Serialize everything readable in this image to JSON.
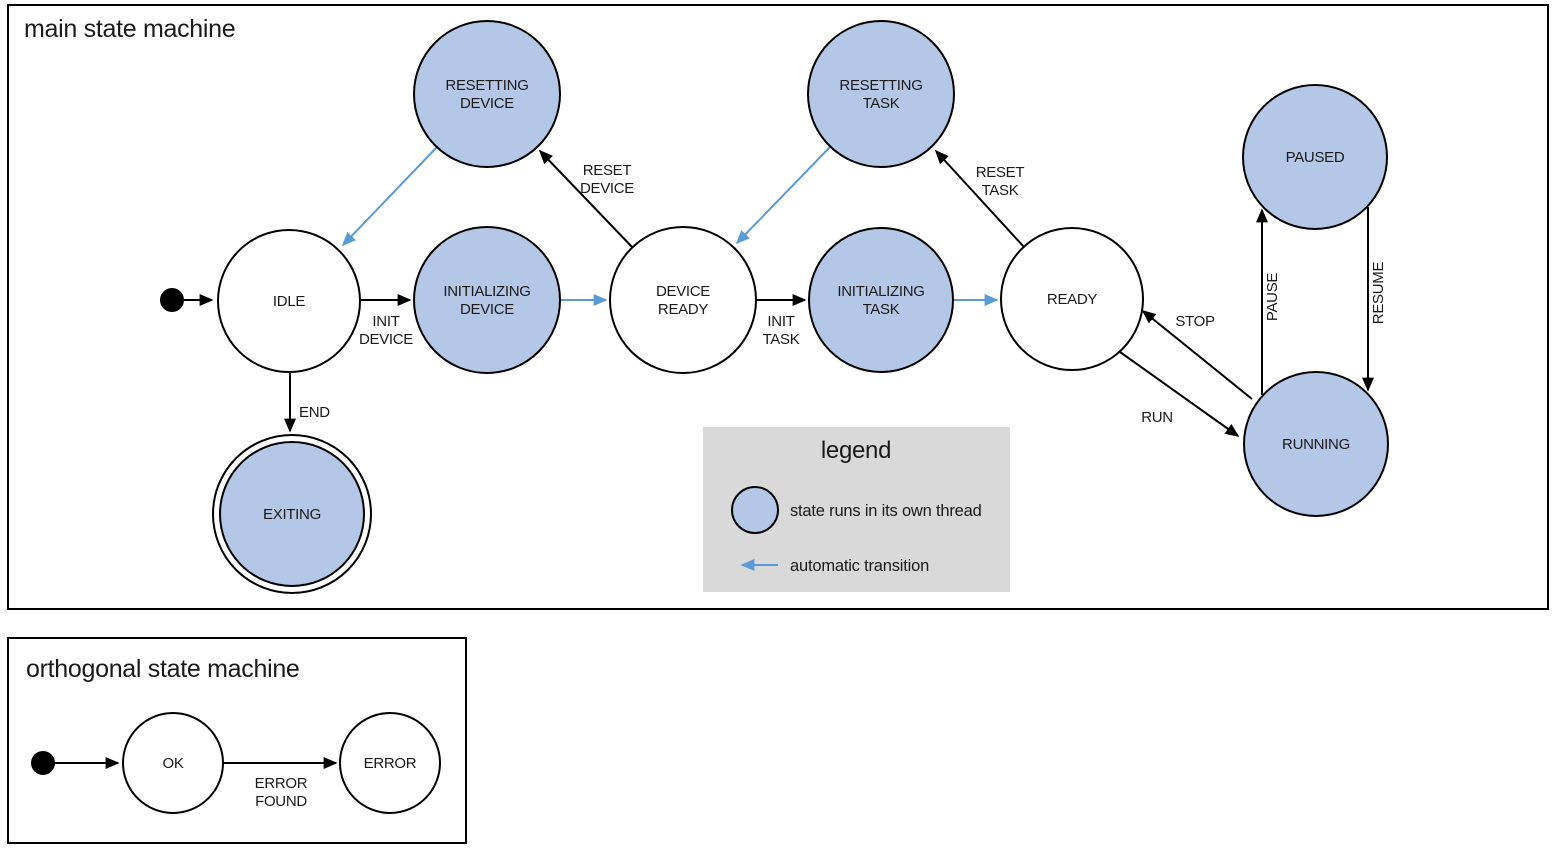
{
  "colors": {
    "thread_fill": "#b4c7e7",
    "auto_arrow": "#5b9bd5",
    "legend_bg": "#d9d9d9",
    "stroke": "#000000"
  },
  "main": {
    "title": "main state machine",
    "states": {
      "idle": {
        "label": "IDLE"
      },
      "resetting_device": {
        "l1": "RESETTING",
        "l2": "DEVICE"
      },
      "initializing_device": {
        "l1": "INITIALIZING",
        "l2": "DEVICE"
      },
      "device_ready": {
        "l1": "DEVICE",
        "l2": "READY"
      },
      "resetting_task": {
        "l1": "RESETTING",
        "l2": "TASK"
      },
      "initializing_task": {
        "l1": "INITIALIZING",
        "l2": "TASK"
      },
      "ready": {
        "label": "READY"
      },
      "paused": {
        "label": "PAUSED"
      },
      "running": {
        "label": "RUNNING"
      },
      "exiting": {
        "label": "EXITING"
      }
    },
    "transitions": {
      "init_device": {
        "l1": "INIT",
        "l2": "DEVICE"
      },
      "reset_device": {
        "l1": "RESET",
        "l2": "DEVICE"
      },
      "init_task": {
        "l1": "INIT",
        "l2": "TASK"
      },
      "reset_task": {
        "l1": "RESET",
        "l2": "TASK"
      },
      "end": {
        "label": "END"
      },
      "stop": {
        "label": "STOP"
      },
      "run": {
        "label": "RUN"
      },
      "pause": {
        "label": "PAUSE"
      },
      "resume": {
        "label": "RESUME"
      }
    },
    "legend": {
      "title": "legend",
      "thread_item": "state runs in its own thread",
      "auto_item": "automatic transition"
    }
  },
  "orthogonal": {
    "title": "orthogonal state machine",
    "states": {
      "ok": {
        "label": "OK"
      },
      "error": {
        "label": "ERROR"
      }
    },
    "transitions": {
      "error_found": {
        "l1": "ERROR",
        "l2": "FOUND"
      }
    }
  }
}
